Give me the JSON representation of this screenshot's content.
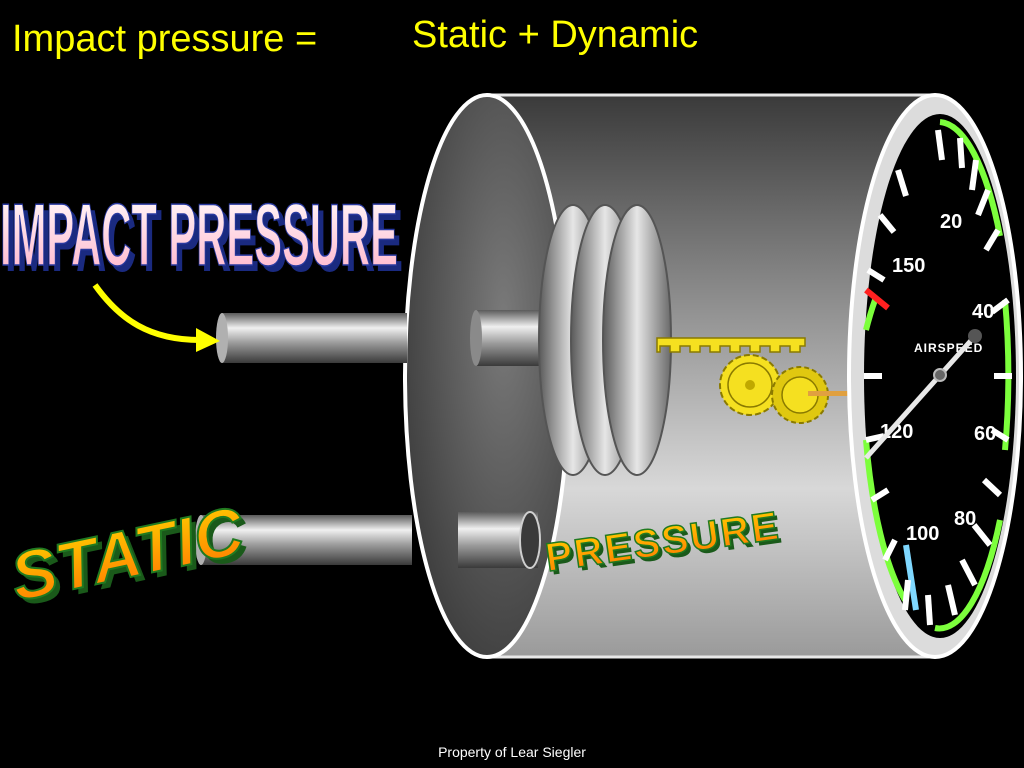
{
  "header": {
    "left": "Impact pressure =",
    "right": "Static + Dynamic"
  },
  "labels": {
    "impact": "IMPACT PRESSURE",
    "static": "STATIC",
    "pressure": "PRESSURE"
  },
  "gauge": {
    "face_label": "AIRSPEED",
    "numbers": [
      "20",
      "40",
      "60",
      "80",
      "100",
      "120",
      "150"
    ]
  },
  "footer": "Property of Lear Siegler",
  "colors": {
    "title": "#ffff00",
    "gear": "#f5e020",
    "arrow": "#ffff00",
    "gauge_green": "#7cff3c",
    "gauge_red": "#ff2020",
    "gauge_blue": "#7fd8ff"
  },
  "icons": [
    "curved-arrow-icon",
    "gear-icon"
  ]
}
